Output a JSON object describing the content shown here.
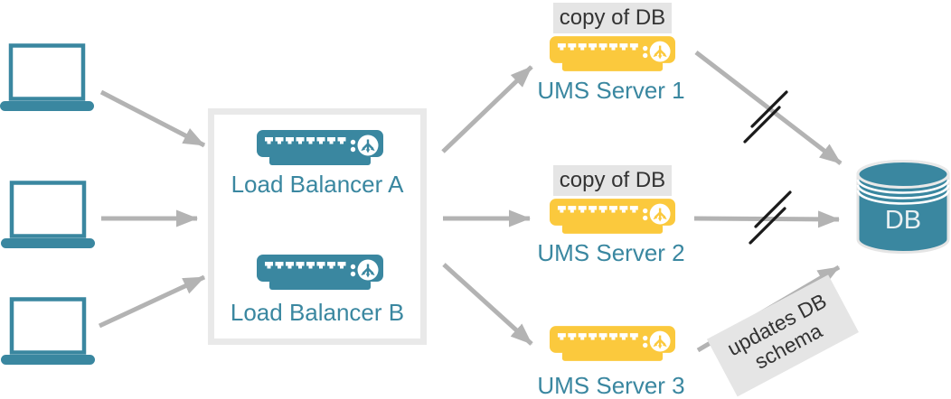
{
  "colors": {
    "teal": "#3a87a0",
    "yellow": "#fbc93d",
    "arrow": "#b3b3b3",
    "slash": "#1a1a1a",
    "box_border": "#e9e9e9",
    "badge_bg": "#e5e5e5",
    "badge_text": "#333333",
    "db_text": "#e9f0f2"
  },
  "clients": [
    {
      "icon": "laptop"
    },
    {
      "icon": "laptop"
    },
    {
      "icon": "laptop"
    }
  ],
  "load_balancer_group": {
    "items": [
      {
        "label": "Load Balancer A",
        "icon": "load-balancer-appliance"
      },
      {
        "label": "Load Balancer B",
        "icon": "load-balancer-appliance"
      }
    ]
  },
  "ums_servers": [
    {
      "label": "UMS Server 1",
      "badge": "copy of DB"
    },
    {
      "label": "UMS Server 2",
      "badge": "copy of DB"
    },
    {
      "label": "UMS Server 3",
      "badge": ""
    }
  ],
  "database": {
    "label": "DB"
  },
  "annotations": {
    "ums3_to_db": "updates DB schema"
  },
  "connections": [
    {
      "from": "client-1",
      "to": "load-balancer-group",
      "status": "ok"
    },
    {
      "from": "client-2",
      "to": "load-balancer-group",
      "status": "ok"
    },
    {
      "from": "client-3",
      "to": "load-balancer-group",
      "status": "ok"
    },
    {
      "from": "load-balancer-group",
      "to": "ums-server-1",
      "status": "ok"
    },
    {
      "from": "load-balancer-group",
      "to": "ums-server-2",
      "status": "ok"
    },
    {
      "from": "load-balancer-group",
      "to": "ums-server-3",
      "status": "ok"
    },
    {
      "from": "ums-server-1",
      "to": "db",
      "status": "blocked"
    },
    {
      "from": "ums-server-2",
      "to": "db",
      "status": "blocked"
    },
    {
      "from": "ums-server-3",
      "to": "db",
      "status": "updates DB schema"
    }
  ]
}
